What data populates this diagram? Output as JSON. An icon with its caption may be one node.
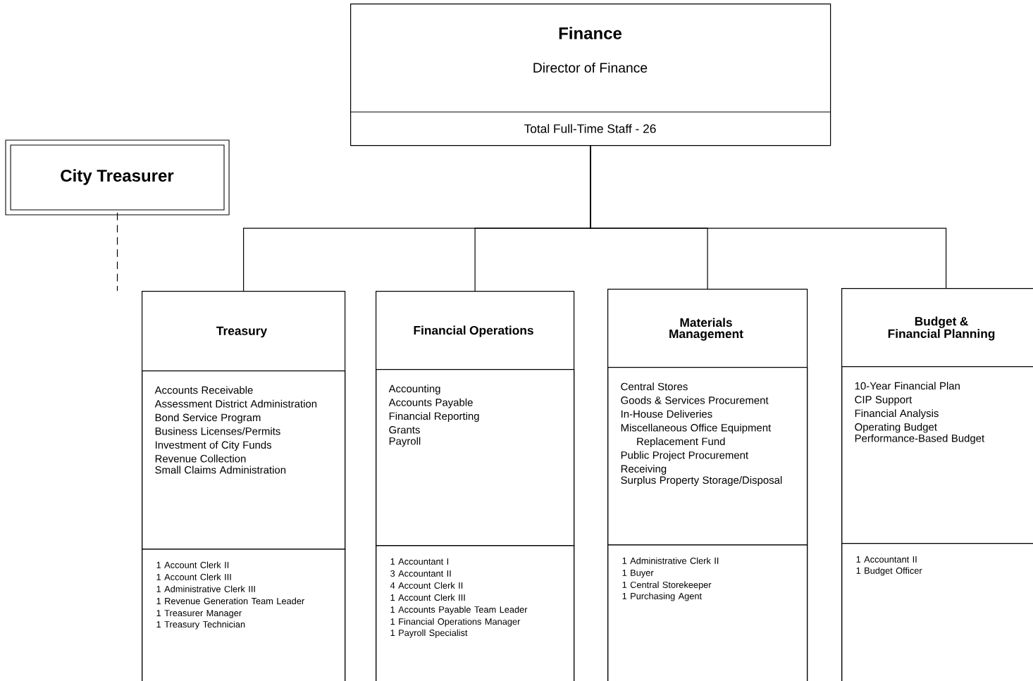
{
  "diagram": {
    "nodes": [
      {
        "text": [
          "Finance",
          "Director of Finance",
          "Total Full-Time Staff - 26"
        ]
      },
      {
        "text": [
          "City Treasurer"
        ]
      },
      {
        "text": [
          "Treasury"
        ]
      },
      {
        "text": [
          "Accounts Receivable",
          "Assessment District Administration",
          "Bond Service Program",
          "Business Licenses/Permits",
          "Investment of City Funds",
          "Revenue Collection",
          "Small Claims Administration"
        ],
        "in": 2
      },
      {
        "text": [
          "1 Account Clerk II",
          "1 Account Clerk III",
          "1 Administrative Clerk III",
          "1 Revenue Generation Team Leader",
          "1 Treasurer Manager",
          "1 Treasury Technician"
        ],
        "in": 2
      },
      {
        "text": [
          "Financial Operations"
        ]
      },
      {
        "text": [
          "Accounting",
          "Accounts Payable",
          "Financial Reporting",
          "Grants",
          "Payroll"
        ],
        "in": 5
      },
      {
        "text": [
          "1 Accountant I",
          "3 Accountant II",
          "4 Account Clerk II",
          "1 Account Clerk III",
          "1 Accounts Payable Team Leader",
          "1 Financial Operations Manager",
          "1 Payroll Specialist"
        ],
        "in": 5
      },
      {
        "text": [
          "Materials Management"
        ]
      },
      {
        "text": [
          "Central Stores",
          "Goods & Services Procurement",
          "In-House Deliveries",
          "Miscellaneous Office Equipment Replacement Fund",
          "Public Project Procurement",
          "Receiving",
          "Surplus Property Storage/Disposal"
        ],
        "in": 8
      },
      {
        "text": [
          "1 Administrative Clerk II",
          "1 Buyer",
          "1 Central Storekeeper",
          "1 Purchasing Agent"
        ],
        "in": 8
      },
      {
        "text": [
          "Budget & Financial Planning"
        ]
      },
      {
        "text": [
          "10-Year Financial Plan",
          "CIP Support",
          "Financial Analysis",
          "Operating Budget",
          "Performance-Based Budget"
        ],
        "in": 11
      },
      {
        "text": [
          "1 Accountant II",
          "1 Budget Officer"
        ],
        "in": 11
      }
    ],
    "edges": [
      {
        "from": 0,
        "to": 2,
        "arrow": "none"
      },
      {
        "from": 0,
        "to": 5,
        "arrow": "none"
      },
      {
        "from": 0,
        "to": 8,
        "arrow": "none"
      },
      {
        "from": 0,
        "to": 11,
        "arrow": "none"
      },
      {
        "from": 1,
        "to": 2,
        "arrow": "none",
        "style": "dashed"
      }
    ]
  }
}
